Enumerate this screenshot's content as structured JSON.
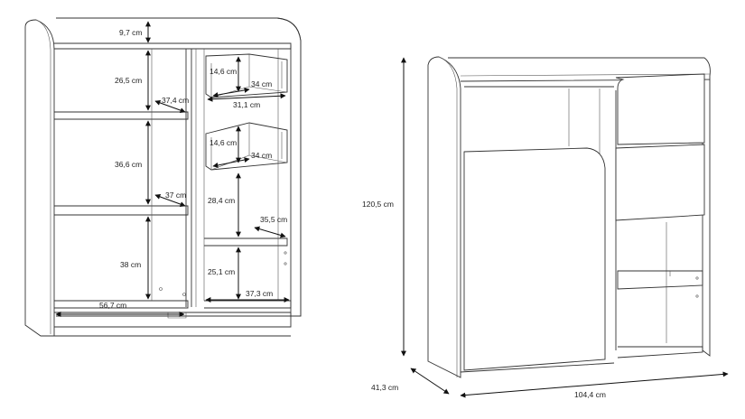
{
  "front_view": {
    "dimensions": {
      "top_gap": "9,7 cm",
      "upper_left_height": "26,5 cm",
      "upper_left_depth": "37,4 cm",
      "middle_left_height": "36,6 cm",
      "middle_left_depth": "37 cm",
      "lower_left_height": "38 cm",
      "bottom_width": "56,7 cm",
      "drawer1_height": "14,6 cm",
      "drawer1_depth": "34 cm",
      "drawer1_width": "31,1 cm",
      "drawer2_height": "14,6 cm",
      "drawer2_depth": "34 cm",
      "right_mid_height": "28,4 cm",
      "right_shelf_depth": "35,5 cm",
      "right_low_height": "25,1 cm",
      "right_bottom_width": "37,3 cm"
    }
  },
  "perspective_view": {
    "dimensions": {
      "total_height": "120,5 cm",
      "total_depth": "41,3 cm",
      "total_width": "104,4 cm"
    }
  }
}
